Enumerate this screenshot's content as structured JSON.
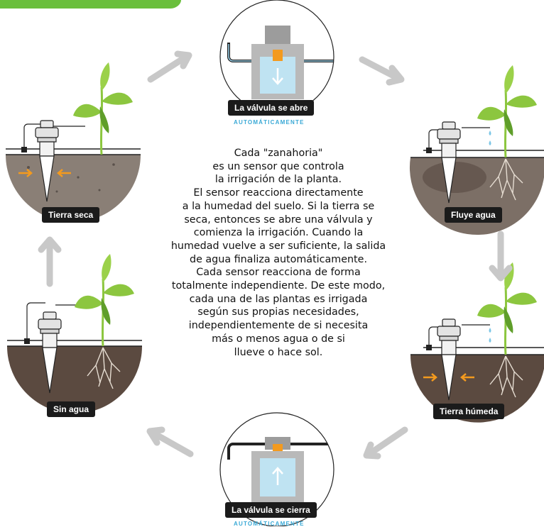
{
  "labels": {
    "top": "La válvula se abre",
    "top_sub": "AUTOMÁTICAMENTE",
    "bottom": "La válvula se cierra",
    "bottom_sub": "AUTOMÁTICAMENTE",
    "left_top": "Tierra seca",
    "left_bottom": "Sin agua",
    "right_top": "Fluye agua",
    "right_bottom": "Tierra húmeda"
  },
  "description": "Cada \"zanahoria\"\nes un sensor que controla\nla irrigación de la planta.\nEl sensor reacciona directamente\na la humedad del suelo. Si la tierra se\nseca, entonces se abre una válvula y\ncomienza la irrigación. Cuando la\nhumedad vuelve a ser suficiente, la salida\nde agua finaliza automáticamente.\nCada sensor reacciona de forma\ntotalmente independiente. De este modo,\ncada una de las plantas es irrigada\nsegún sus propias necesidades,\nindependientemente de si necesita\nmás o menos agua o de si\nllueve o hace sol.",
  "colors": {
    "soil_dry": "#8a7f76",
    "soil_wet": "#5b4a40",
    "leaf": "#8cc63f",
    "leaf_dark": "#5f9e2a",
    "green_tab": "#6abf3c",
    "water": "#bfe3f2",
    "arrow": "#c8c8c8",
    "orange": "#f39a1e"
  }
}
